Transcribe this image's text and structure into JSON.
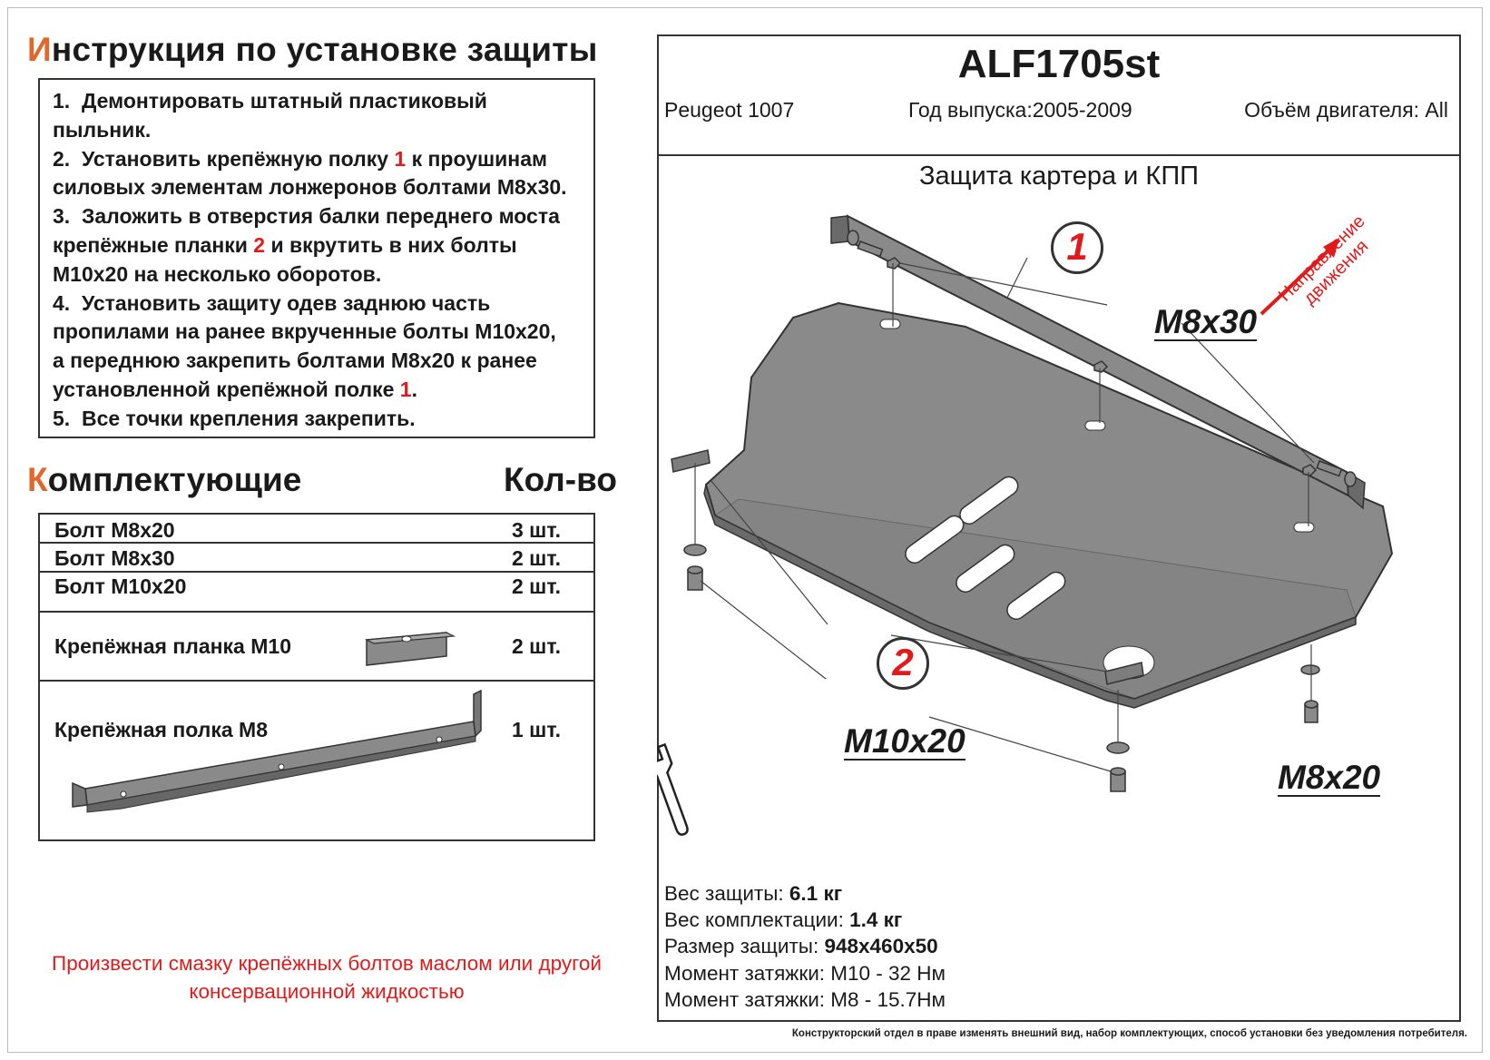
{
  "instructions": {
    "title_first": "И",
    "title_rest": "нструкция по установке защиты",
    "steps": [
      {
        "text_a": "1.  Демонтировать штатный пластиковый\nпыльник."
      },
      {
        "text_a": "2.  Установить крепёжную полку ",
        "red": "1",
        "text_b": " к проушинам\nсиловых элементам лонжеронов болтами М8х30."
      },
      {
        "text_a": "3.  Заложить в отверстия балки переднего моста\nкрепёжные планки ",
        "red": "2",
        "text_b": " и вкрутить в них болты\nМ10х20 на несколько оборотов."
      },
      {
        "text_a": "4.  Установить защиту одев заднюю часть\nпропилами на ранее вкрученные болты М10х20,\nа переднюю закрепить болтами М8х20 к ранее\nустановленной крепёжной полке ",
        "red": "1",
        "text_b": "."
      },
      {
        "text_a": "5.  Все точки крепления закрепить."
      }
    ]
  },
  "kit": {
    "title_first": "К",
    "title_rest": "омплектующие",
    "qty_header": "Кол-во",
    "items": [
      {
        "name": "Болт М8х20",
        "qty": "3 шт."
      },
      {
        "name": "Болт М8х30",
        "qty": "2 шт."
      },
      {
        "name": "Болт М10х20",
        "qty": "2 шт."
      },
      {
        "name": "Крепёжная планка М10",
        "qty": "2 шт."
      },
      {
        "name": "Крепёжная полка М8",
        "qty": "1 шт."
      }
    ]
  },
  "grease_note": "Произвести смазку крепёжных болтов маслом или другой\nконсервационной жидкостью",
  "header": {
    "model_code": "ALF1705st",
    "car": "Peugeot 1007",
    "year": "Год выпуска:2005-2009",
    "engine": "Объём двигателя: All"
  },
  "drawing": {
    "subtitle": "Защита картера и КПП",
    "direction_label": "Направление\nдвижения",
    "callout_1": "1",
    "callout_2": "2",
    "label_m8x30": "M8x30",
    "label_m10x20": "M10x20",
    "label_m8x20": "M8x20"
  },
  "specs": {
    "weight_label": "Вес защиты: ",
    "weight_value": "6.1 кг",
    "kit_weight_label": "Вес комплектации: ",
    "kit_weight_value": "1.4 кг",
    "size_label": "Размер защиты: ",
    "size_value": "948х460х50",
    "torque_m10": "Момент затяжки:  М10 - 32 Нм",
    "torque_m8": "Момент затяжки:  М8 - 15.7Нм"
  },
  "disclaimer": "Конструкторский отдел в праве изменять внешний вид, набор комплектующих, способ установки без уведомления потребителя.",
  "colors": {
    "accent_red": "#e01b1b",
    "title_orange": "#e0682a",
    "metal": "#8a8a8a"
  },
  "icons": [
    "wrench-icon",
    "direction-arrow-icon"
  ]
}
